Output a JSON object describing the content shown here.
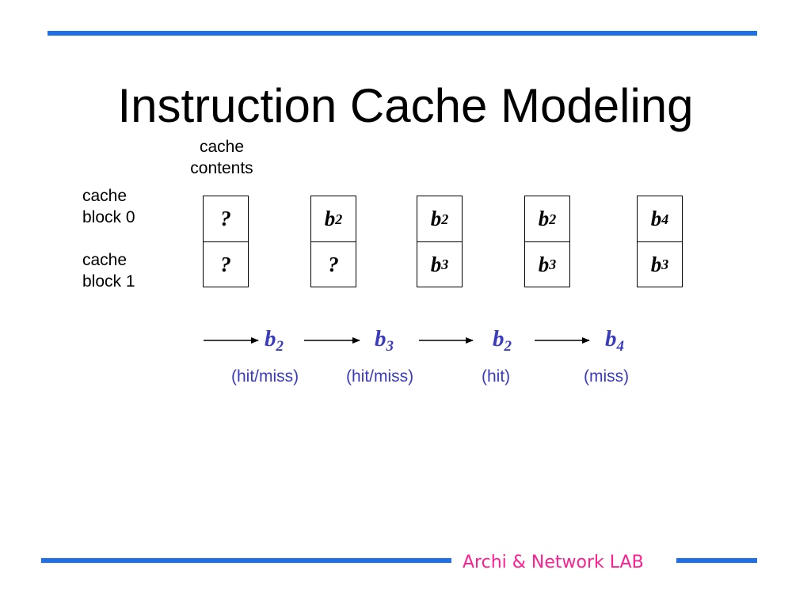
{
  "title": "Instruction Cache Modeling",
  "cache_contents_label": "cache\ncontents",
  "row_labels": [
    "cache\nblock 0",
    "cache\nblock 1"
  ],
  "states": [
    {
      "block0": {
        "base": "?",
        "sub": ""
      },
      "block1": {
        "base": "?",
        "sub": ""
      }
    },
    {
      "block0": {
        "base": "b",
        "sub": "2"
      },
      "block1": {
        "base": "?",
        "sub": ""
      }
    },
    {
      "block0": {
        "base": "b",
        "sub": "2"
      },
      "block1": {
        "base": "b",
        "sub": "3"
      }
    },
    {
      "block0": {
        "base": "b",
        "sub": "2"
      },
      "block1": {
        "base": "b",
        "sub": "3"
      }
    },
    {
      "block0": {
        "base": "b",
        "sub": "4"
      },
      "block1": {
        "base": "b",
        "sub": "3"
      }
    }
  ],
  "accesses": [
    {
      "base": "b",
      "sub": "2",
      "result": "(hit/miss)"
    },
    {
      "base": "b",
      "sub": "3",
      "result": "(hit/miss)"
    },
    {
      "base": "b",
      "sub": "2",
      "result": "(hit)"
    },
    {
      "base": "b",
      "sub": "4",
      "result": "(miss)"
    }
  ],
  "footer": "Archi & Network LAB",
  "colors": {
    "rule": "#1f6fe5",
    "access": "#3b3bbf",
    "footer": "#ff1f8f"
  }
}
